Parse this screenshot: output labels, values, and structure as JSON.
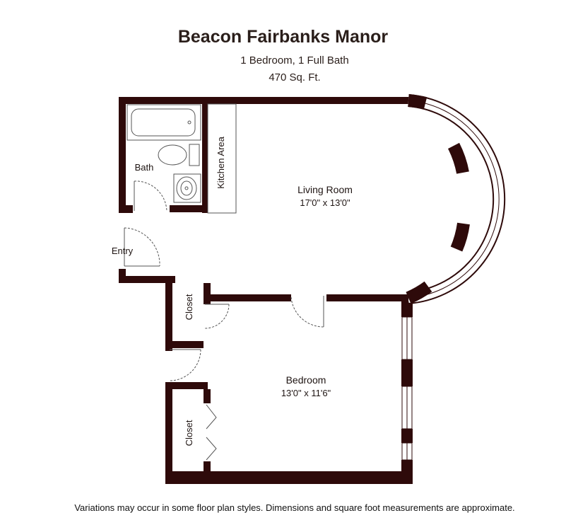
{
  "header": {
    "title": "Beacon Fairbanks Manor",
    "subtitle": "1 Bedroom, 1 Full Bath",
    "area": "470 Sq. Ft."
  },
  "rooms": {
    "living": {
      "name": "Living Room",
      "dims": "17'0\" x 13'0\""
    },
    "bedroom": {
      "name": "Bedroom",
      "dims": "13'0\" x 11'6\""
    },
    "bath": {
      "name": "Bath"
    },
    "kitchen": {
      "name": "Kitchen Area"
    },
    "entry": {
      "name": "Entry"
    },
    "closet_upper": {
      "name": "Closet"
    },
    "closet_lower": {
      "name": "Closet"
    }
  },
  "footer": {
    "disclaimer": "Variations may occur in some floor plan styles. Dimensions and square foot measurements are approximate."
  },
  "colors": {
    "wall": "#2e0a0a",
    "window_stripe": "#d6d6d6",
    "fixture_stroke": "#555555"
  }
}
